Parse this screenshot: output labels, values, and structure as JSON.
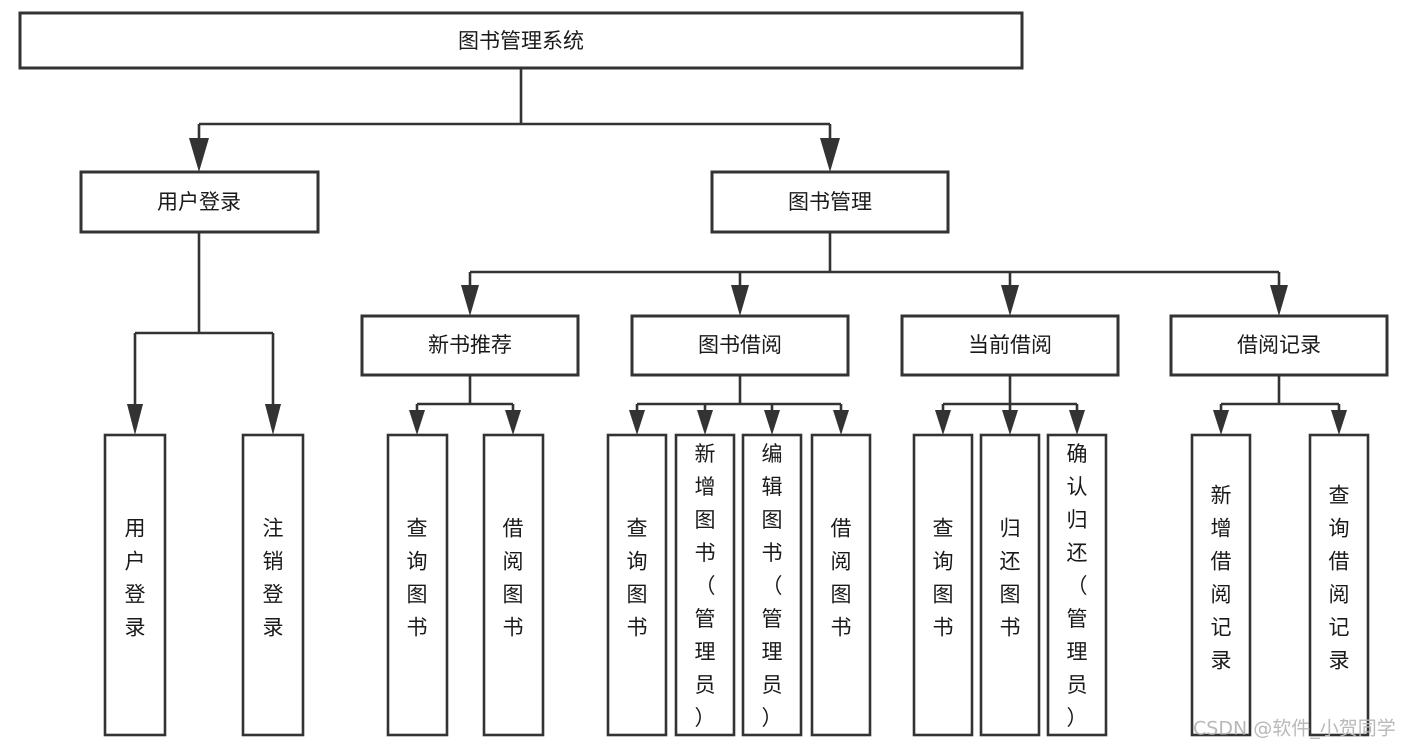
{
  "diagram": {
    "title": "图书管理系统",
    "type": "tree-structure-chart",
    "background_color": "#ffffff",
    "line_color": "#333333",
    "text_color": "#1a1a1a"
  },
  "nodes": {
    "root": {
      "label": "图书管理系统"
    },
    "level1": [
      {
        "id": "user-login",
        "label": "用户登录"
      },
      {
        "id": "book-manage",
        "label": "图书管理"
      }
    ],
    "level2": [
      {
        "id": "new-book-recommend",
        "label": "新书推荐"
      },
      {
        "id": "book-borrow",
        "label": "图书借阅"
      },
      {
        "id": "current-borrow",
        "label": "当前借阅"
      },
      {
        "id": "borrow-record",
        "label": "借阅记录"
      }
    ],
    "leaves": [
      {
        "id": "leaf-user-login",
        "label": "用户登录",
        "parent": "user-login"
      },
      {
        "id": "leaf-logout-login",
        "label": "注销登录",
        "parent": "user-login"
      },
      {
        "id": "leaf-query-book-1",
        "label": "查询图书",
        "parent": "new-book-recommend"
      },
      {
        "id": "leaf-borrow-book-1",
        "label": "借阅图书",
        "parent": "new-book-recommend"
      },
      {
        "id": "leaf-query-book-2",
        "label": "查询图书",
        "parent": "book-borrow"
      },
      {
        "id": "leaf-add-book",
        "label": "新增图书（管理员）",
        "parent": "book-borrow"
      },
      {
        "id": "leaf-edit-book",
        "label": "编辑图书（管理员）",
        "parent": "book-borrow"
      },
      {
        "id": "leaf-borrow-book-2",
        "label": "借阅图书",
        "parent": "book-borrow"
      },
      {
        "id": "leaf-query-book-3",
        "label": "查询图书",
        "parent": "current-borrow"
      },
      {
        "id": "leaf-return-book",
        "label": "归还图书",
        "parent": "current-borrow"
      },
      {
        "id": "leaf-confirm-return",
        "label": "确认归还（管理员）",
        "parent": "current-borrow"
      },
      {
        "id": "leaf-add-record",
        "label": "新增借阅记录",
        "parent": "borrow-record"
      },
      {
        "id": "leaf-query-record",
        "label": "查询借阅记录",
        "parent": "borrow-record"
      }
    ]
  },
  "watermark": {
    "text": "CSDN @软件_小贺同学"
  }
}
